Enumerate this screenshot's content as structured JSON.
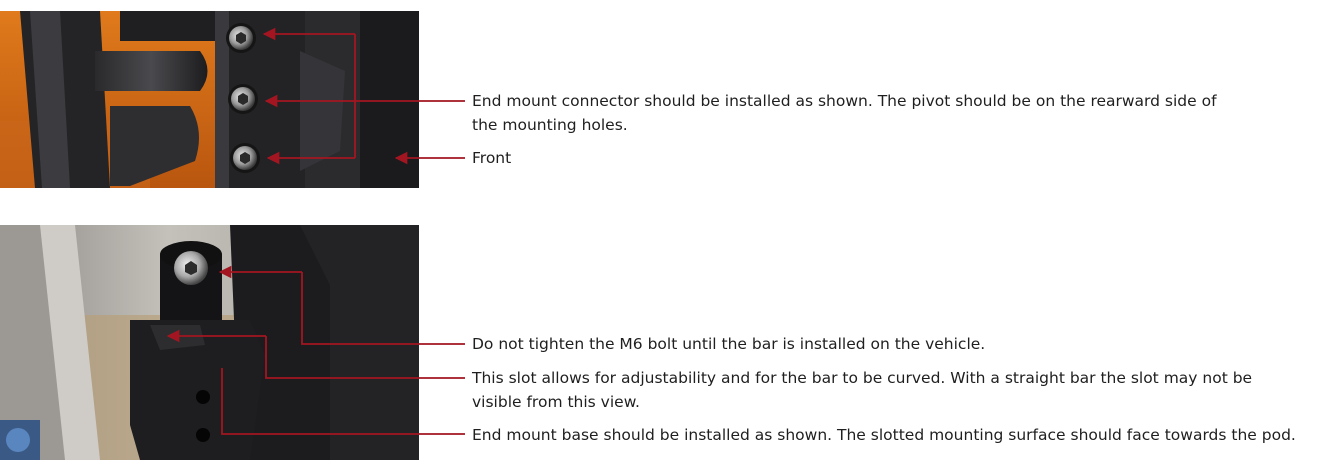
{
  "figures": [
    {
      "photo": "end-mount-connector-photo",
      "notes": [
        {
          "line1": "End mount connector should be installed as shown. The pivot should be on the rearward side of",
          "line2": "the mounting holes."
        },
        {
          "line1": "Front"
        }
      ]
    },
    {
      "photo": "end-mount-base-photo",
      "notes": [
        {
          "line1": "Do not tighten the M6 bolt until the bar is installed on the vehicle."
        },
        {
          "line1": "This slot allows for adjustability and for the bar to be curved. With a straight bar the slot may not be",
          "line2": "visible from this view."
        },
        {
          "line1": "End mount base should be installed as shown. The slotted mounting surface should face towards the pod."
        }
      ]
    }
  ],
  "colors": {
    "callout": "#a31621",
    "text": "#1f1f1f"
  }
}
